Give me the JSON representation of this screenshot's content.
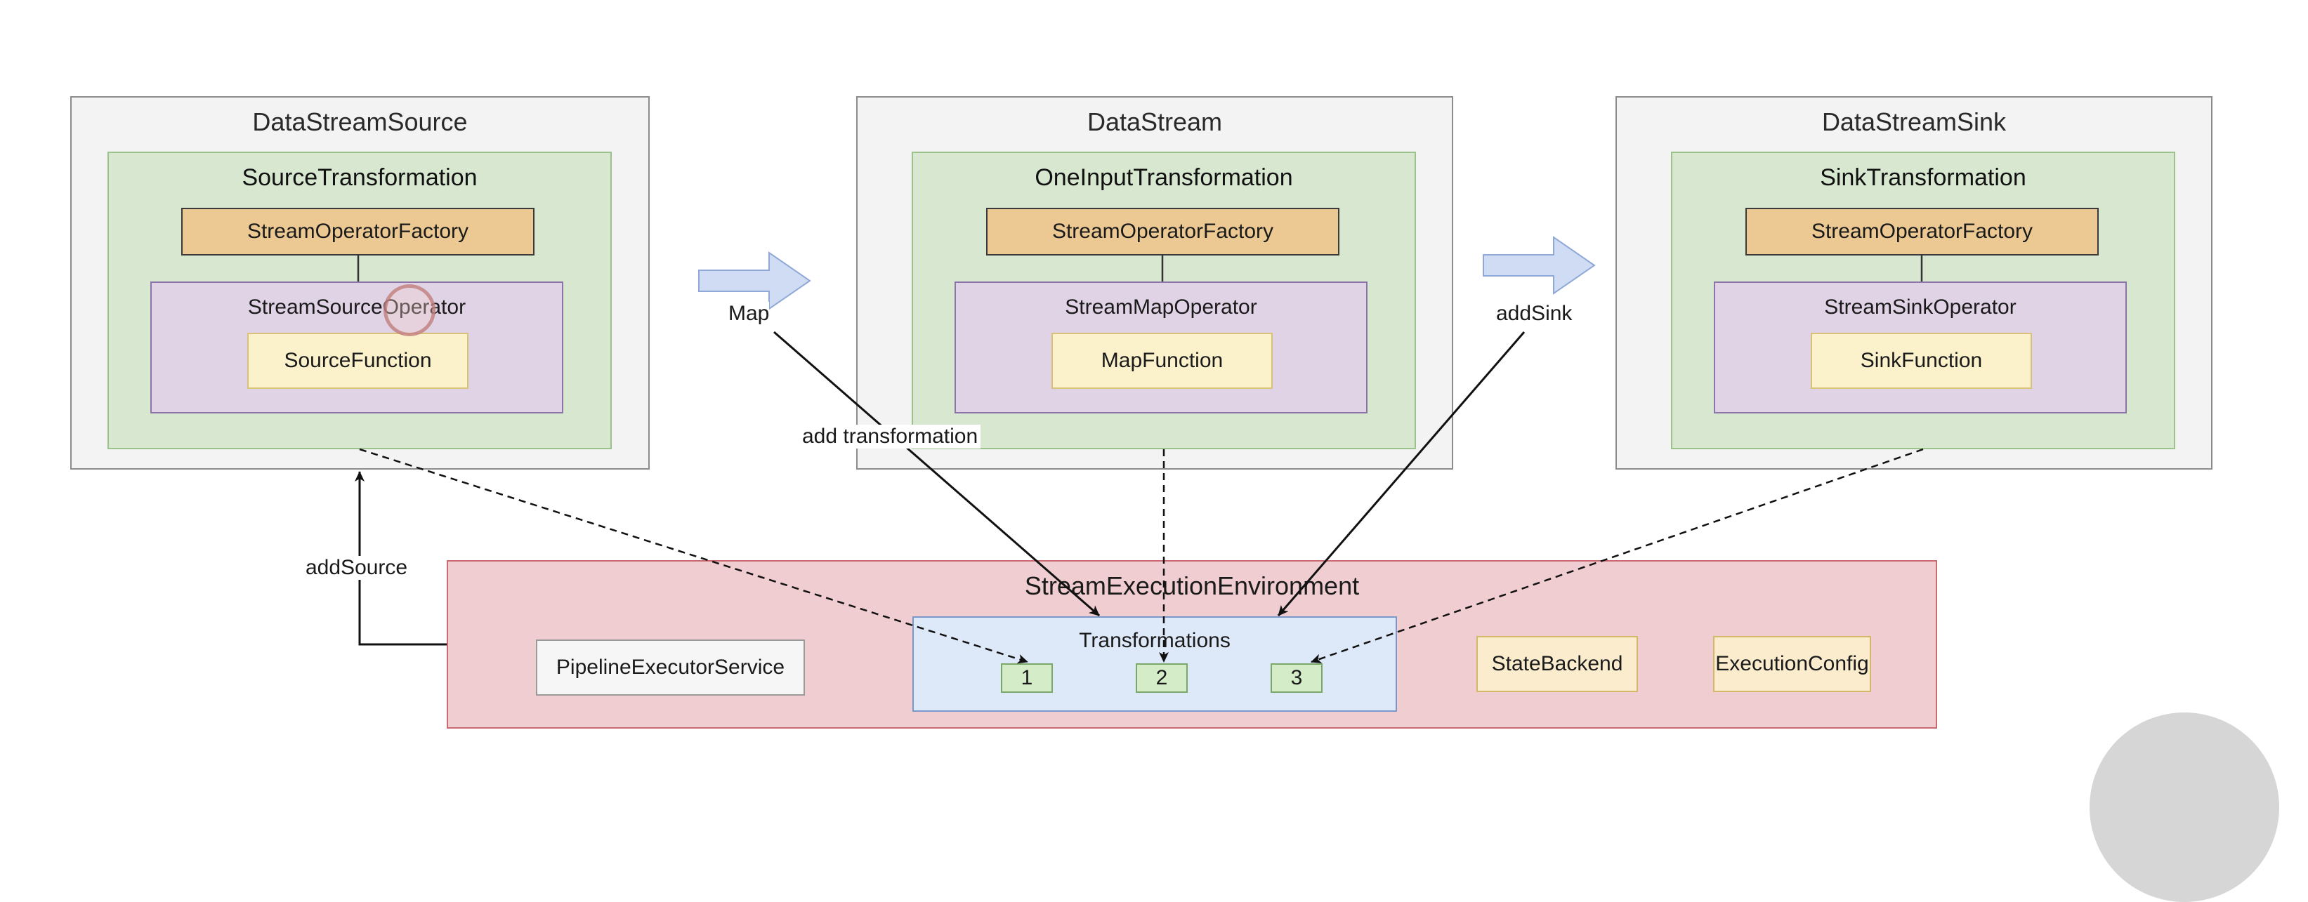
{
  "source": {
    "title": "DataStreamSource",
    "transformation": "SourceTransformation",
    "factory": "StreamOperatorFactory",
    "operator": "StreamSourceOperator",
    "function": "SourceFunction"
  },
  "stream": {
    "title": "DataStream",
    "transformation": "OneInputTransformation",
    "factory": "StreamOperatorFactory",
    "operator": "StreamMapOperator",
    "function": "MapFunction"
  },
  "sink": {
    "title": "DataStreamSink",
    "transformation": "SinkTransformation",
    "factory": "StreamOperatorFactory",
    "operator": "StreamSinkOperator",
    "function": "SinkFunction"
  },
  "labels": {
    "map": "Map",
    "add_sink": "addSink",
    "add_transformation": "add transformation",
    "add_source": "addSource"
  },
  "env": {
    "title": "StreamExecutionEnvironment",
    "executor": "PipelineExecutorService",
    "transformations_title": "Transformations",
    "items": [
      "1",
      "2",
      "3"
    ],
    "state_backend": "StateBackend",
    "execution_config": "ExecutionConfig"
  },
  "colors": {
    "outer": "#f3f3f3",
    "transformation": "#d8e8d0",
    "factory": "#ecc993",
    "operator": "#e0d3e6",
    "function": "#fbf2cc",
    "environment": "#f0cdd0",
    "transformations": "#dde8f8",
    "flow_arrow": "#cfdcf4"
  }
}
